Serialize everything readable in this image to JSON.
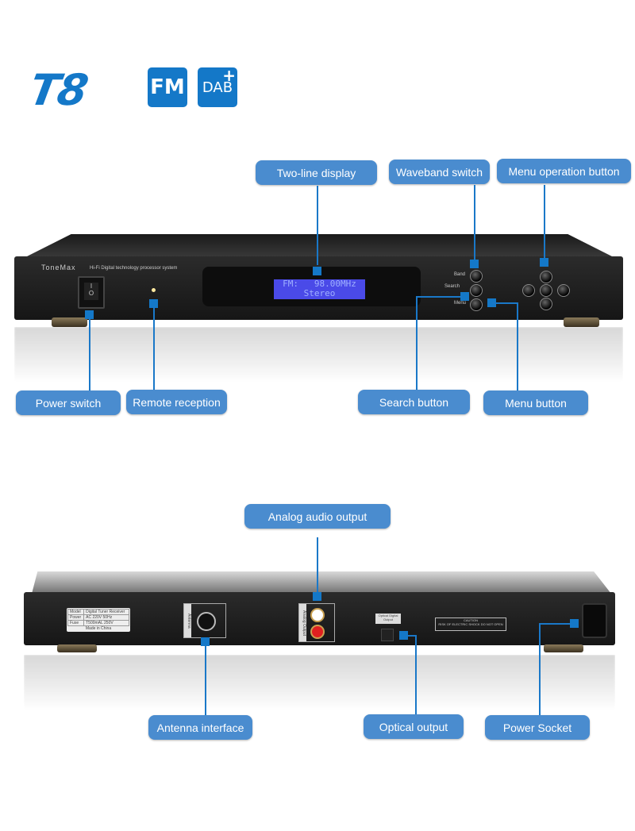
{
  "logos": {
    "model": "T8",
    "fm": "FM",
    "dab": "DAB",
    "dab_plus": "+"
  },
  "front_panel": {
    "brand": "ToneMax",
    "tagline": "Hi-Fi Digital technology processor system",
    "display_line1": "FM:   98.00MHz",
    "display_line2": "Stereo",
    "button_labels": [
      "Band",
      "Search",
      "Menu"
    ],
    "callouts": {
      "two_line_display": "Two-line display",
      "waveband_switch": "Waveband switch",
      "menu_operation_button": "Menu operation button",
      "power_switch": "Power switch",
      "remote_reception": "Remote reception",
      "search_button": "Search button",
      "menu_button": "Menu button"
    }
  },
  "rear_panel": {
    "spec_label": [
      [
        "Model",
        "Digital Tuner Receiver"
      ],
      [
        "Power",
        "AC 220V 50Hz"
      ],
      [
        "Fuse",
        "T500mAL 250V"
      ]
    ],
    "made_in": "Made in China",
    "antenna_plate": "Antenna",
    "audio_plate": "Analog Output",
    "optical_plate": "Optical Digital Output",
    "caution_title": "CAUTION",
    "caution_text": "RISK OF ELECTRIC SHOCK DO NOT OPEN",
    "callouts": {
      "analog_audio_output": "Analog audio output",
      "antenna_interface": "Antenna interface",
      "optical_output": "Optical output",
      "power_socket": "Power Socket"
    }
  },
  "colors": {
    "accent": "#1478c8",
    "callout": "#4a8ccf",
    "lcd": "#4a4ae8"
  }
}
